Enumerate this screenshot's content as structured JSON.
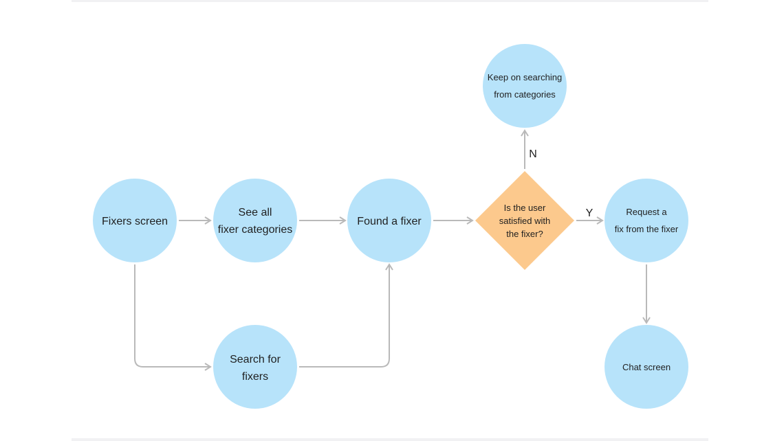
{
  "diagram": {
    "colors": {
      "process": "#b7e3fa",
      "decision": "#fcc98d",
      "connector": "#b9b9b9",
      "text": "#1f1f1f"
    },
    "nodes": {
      "fixers_screen": {
        "line1": "Fixers screen"
      },
      "fixer_categories": {
        "line1": "See all",
        "line2": "fixer categories"
      },
      "search_fixers": {
        "line1": "Search for",
        "line2": "fixers"
      },
      "found_fixer": {
        "line1": "Found a fixer"
      },
      "satisfied_decision": {
        "line1": "Is the user",
        "line2": "satisfied with",
        "line3": "the fixer?"
      },
      "keep_searching": {
        "line1": "Keep on searching",
        "line2": "from categories"
      },
      "request_fix": {
        "line1": "Request a",
        "line2": "fix from the fixer"
      },
      "chat_screen": {
        "line1": "Chat screen"
      }
    },
    "edge_labels": {
      "no": "N",
      "yes": "Y"
    }
  }
}
